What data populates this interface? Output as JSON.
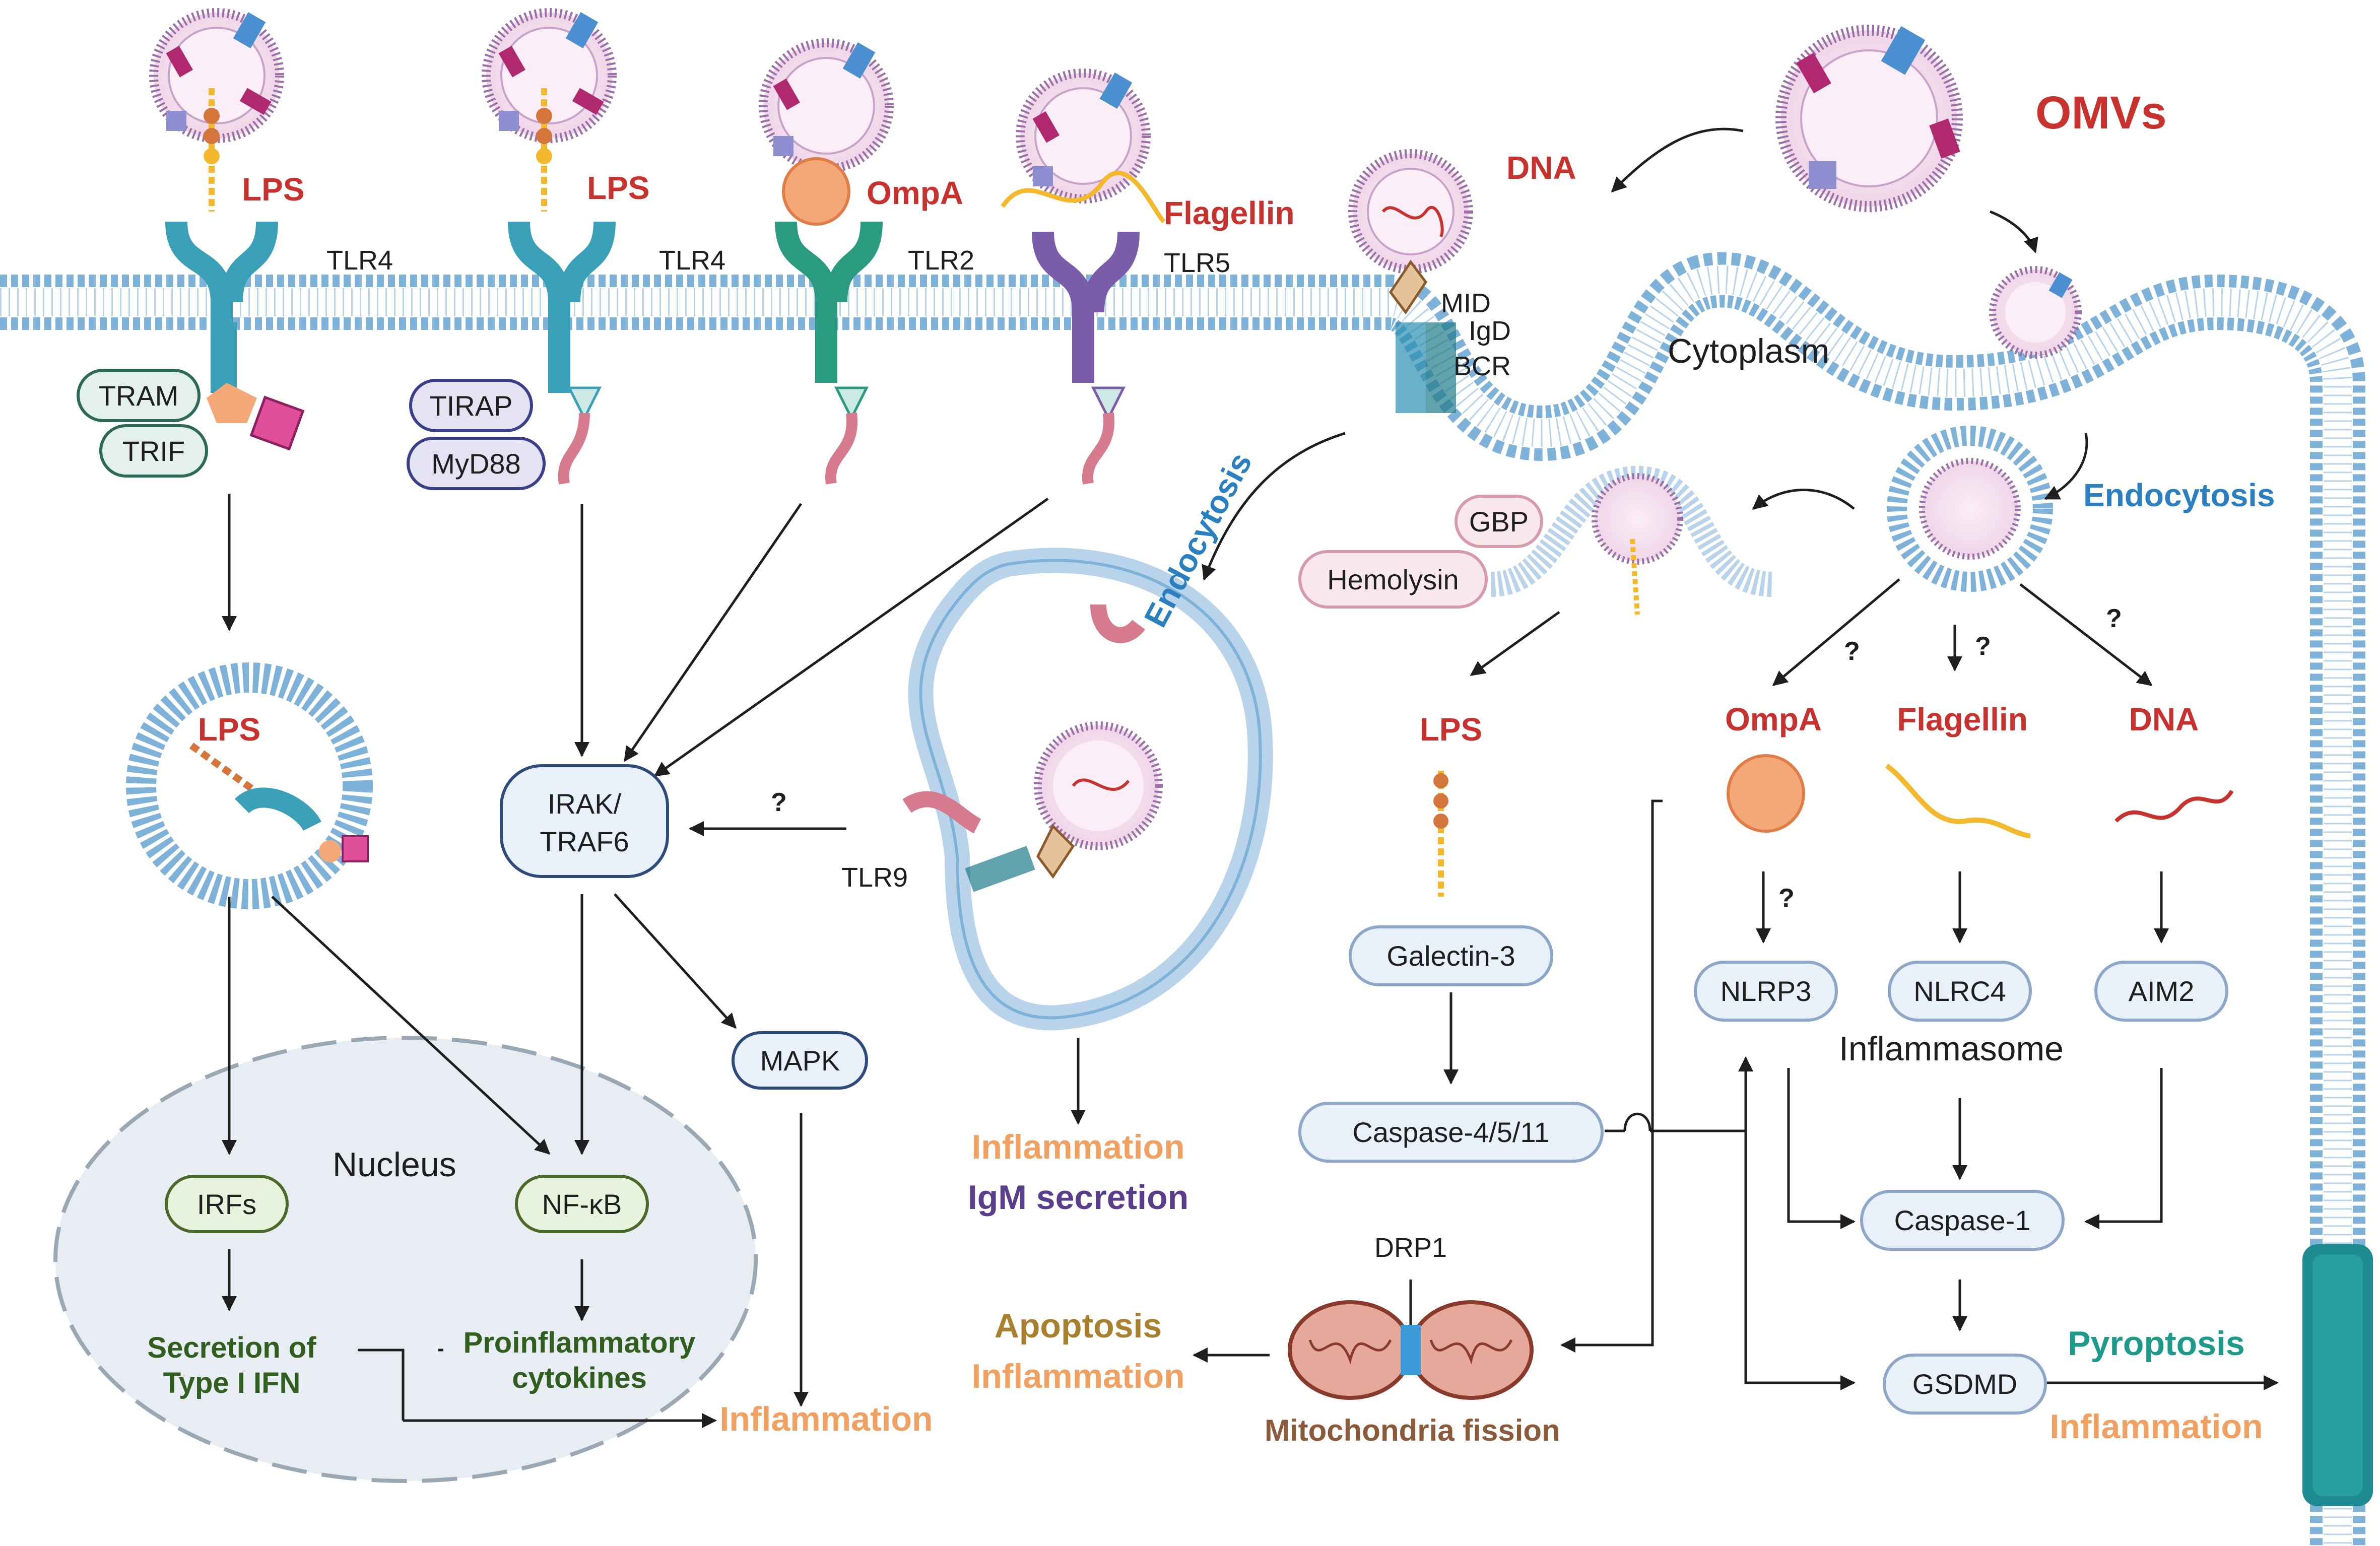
{
  "title": "",
  "ligands": {
    "lps1": "LPS",
    "lps2": "LPS",
    "ompa": "OmpA",
    "flagellin": "Flagellin",
    "dna": "DNA",
    "omvs": "OMVs",
    "lps_vesicle": "LPS",
    "lps_cyto": "LPS",
    "ompa_cyto": "OmpA",
    "flagellin_cyto": "Flagellin",
    "dna_cyto": "DNA"
  },
  "receptors": {
    "tlr4_a": "TLR4",
    "tlr4_b": "TLR4",
    "tlr2": "TLR2",
    "tlr5": "TLR5",
    "tlr9": "TLR9",
    "mid": "MID",
    "igd": "IgD",
    "bcr": "BCR"
  },
  "adaptors": {
    "tram": "TRAM",
    "trif": "TRIF",
    "tirap": "TIRAP",
    "myd88": "MyD88",
    "gbp": "GBP",
    "hemolysin": "Hemolysin"
  },
  "nodes": {
    "irak_line1": "IRAK/",
    "irak_line2": "TRAF6",
    "mapk": "MAPK",
    "irfs": "IRFs",
    "nfkb": "NF-κB",
    "galectin3": "Galectin-3",
    "caspase4511": "Caspase-4/5/11",
    "nlrp3": "NLRP3",
    "nlrc4": "NLRC4",
    "aim2": "AIM2",
    "caspase1": "Caspase-1",
    "gsdmd": "GSDMD",
    "drp1": "DRP1"
  },
  "regions": {
    "cytoplasm": "Cytoplasm",
    "nucleus": "Nucleus",
    "inflammasome": "Inflammasome",
    "endocytosis_left": "Endocytosis",
    "endocytosis_right": "Endocytosis",
    "mito_fission": "Mitochondria fission"
  },
  "outcomes": {
    "secretion_line1": "Secretion of",
    "secretion_line2": "Type I IFN",
    "proinf_line1": "Proinflammatory",
    "proinf_line2": "cytokines",
    "inflammation_nucleus": "Inflammation",
    "inflammation_endo": "Inflammation",
    "igm": "IgM secretion",
    "apoptosis": "Apoptosis",
    "inflammation_mito": "Inflammation",
    "pyroptosis": "Pyroptosis",
    "inflammation_pyro": "Inflammation"
  },
  "question_mark": "?",
  "colors": {
    "membrane": "#7fb2d8",
    "ligand_red": "#c8322e",
    "tlr4": "#3aa0b8",
    "tlr2": "#2a9a80",
    "tlr5": "#7a5ca8",
    "tlr9": "#d67a8e",
    "teal_box": "#e3f1ea",
    "purple_box": "#e4e3f3",
    "blue_box": "#e8f1f9",
    "pink_box": "#fbe8ee",
    "nucleus_fill": "#e7edf2",
    "omv_fill": "#f6e3ef",
    "omv_stroke": "#9c6fa8"
  }
}
